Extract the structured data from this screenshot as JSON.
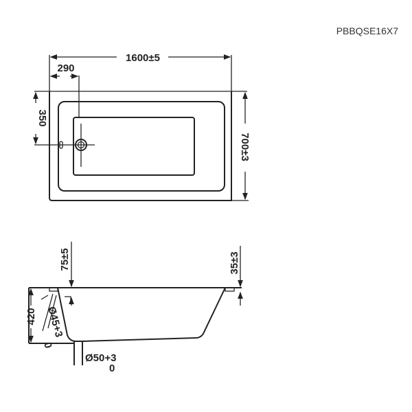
{
  "model_code": "PBBQSE16X7",
  "top_view": {
    "length": "1600±5",
    "drain_offset_x": "290",
    "drain_offset_y": "350",
    "width": "700±3"
  },
  "side_view": {
    "rim_thickness_left": "75±5",
    "rim_thickness_right": "35±3",
    "height": "420",
    "overflow_diameter": "Ø45+3",
    "overflow_diameter_tol": "0",
    "drain_diameter": "Ø50+3",
    "drain_diameter_tol": "0"
  }
}
